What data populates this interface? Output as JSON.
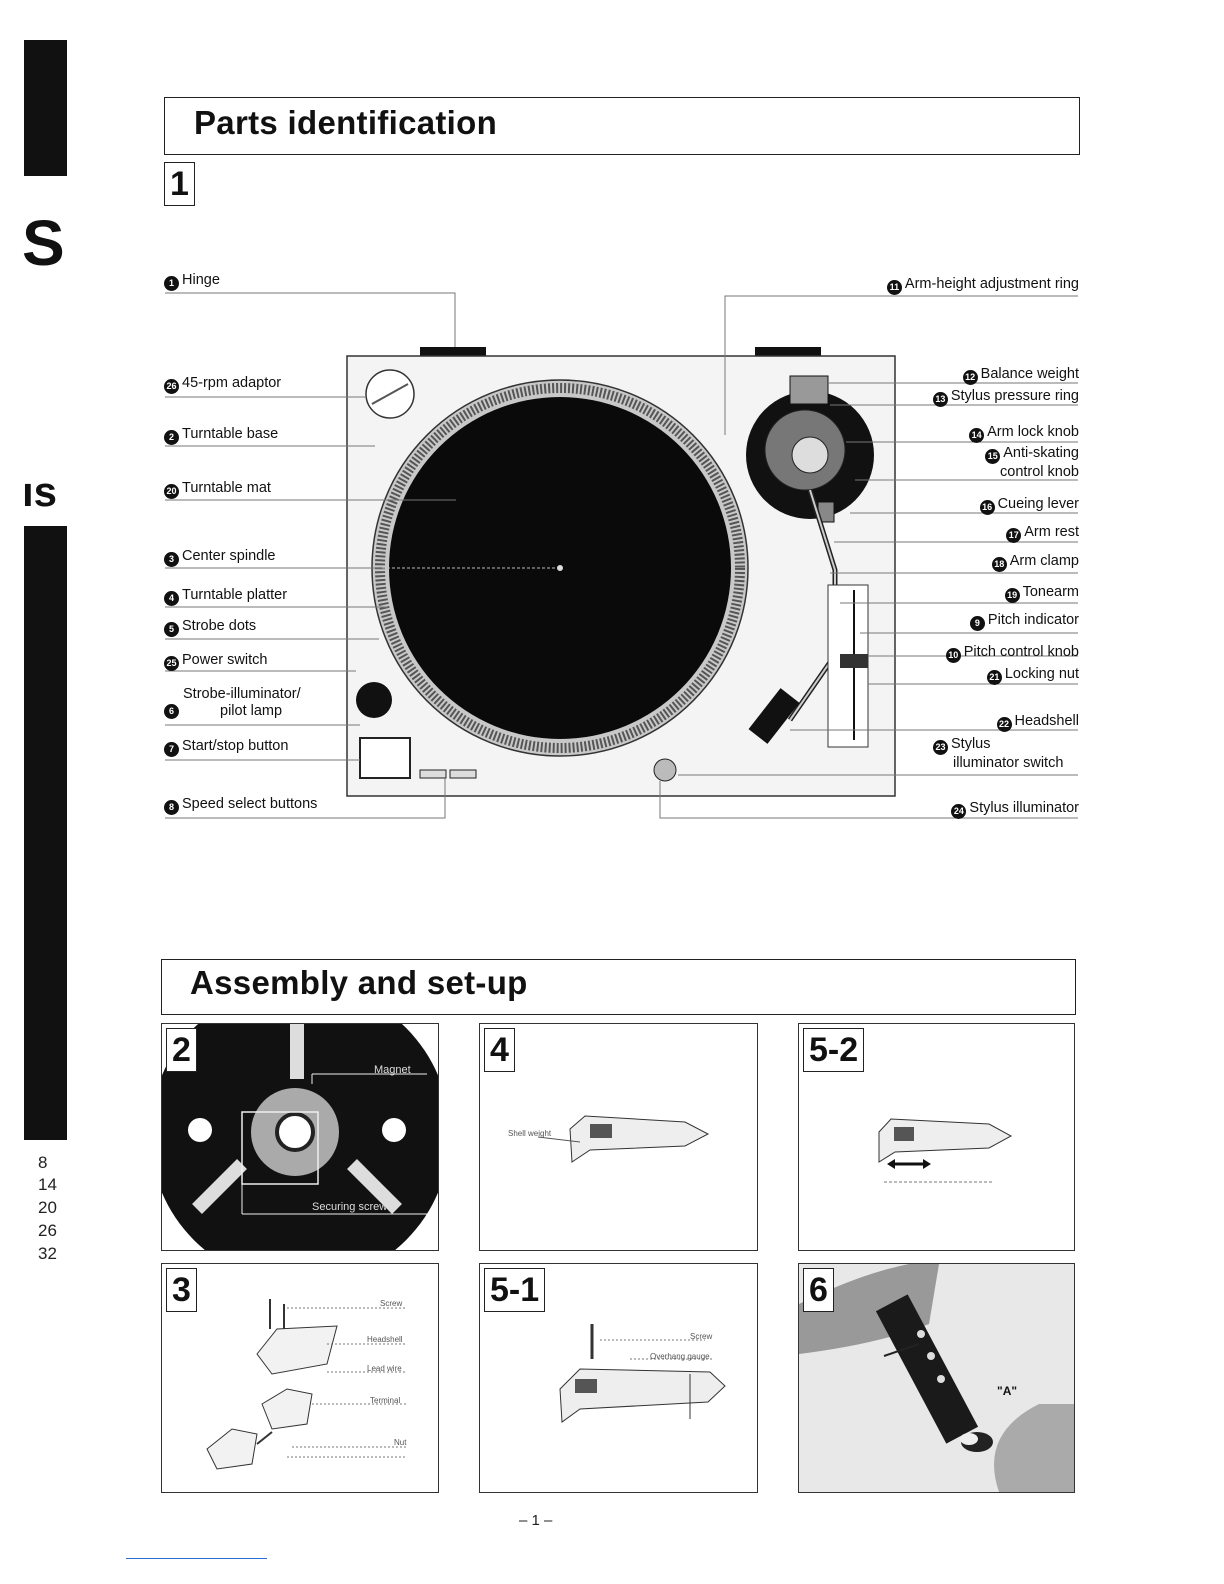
{
  "edge": {
    "letter1": "S",
    "letter2": "ıs",
    "toc_numbers": [
      "8",
      "14",
      "20",
      "26",
      "32"
    ]
  },
  "section1": {
    "title": "Parts identification",
    "fig_number": "1"
  },
  "labels_left": [
    {
      "num": "1",
      "text": "Hinge"
    },
    {
      "num": "26",
      "text": "45-rpm adaptor"
    },
    {
      "num": "2",
      "text": "Turntable base"
    },
    {
      "num": "20",
      "text": "Turntable mat"
    },
    {
      "num": "3",
      "text": "Center spindle"
    },
    {
      "num": "4",
      "text": "Turntable platter"
    },
    {
      "num": "5",
      "text": "Strobe dots"
    },
    {
      "num": "25",
      "text": "Power switch"
    },
    {
      "num": "6",
      "text": "Strobe-illuminator/",
      "text2": "pilot lamp"
    },
    {
      "num": "7",
      "text": "Start/stop button"
    },
    {
      "num": "8",
      "text": "Speed select buttons"
    }
  ],
  "labels_right": [
    {
      "num": "11",
      "text": "Arm-height adjustment ring"
    },
    {
      "num": "12",
      "text": "Balance weight"
    },
    {
      "num": "13",
      "text": "Stylus pressure ring"
    },
    {
      "num": "14",
      "text": "Arm lock knob"
    },
    {
      "num": "15",
      "text": "Anti-skating",
      "text2": "control knob"
    },
    {
      "num": "16",
      "text": "Cueing lever"
    },
    {
      "num": "17",
      "text": "Arm rest"
    },
    {
      "num": "18",
      "text": "Arm clamp"
    },
    {
      "num": "19",
      "text": "Tonearm"
    },
    {
      "num": "9",
      "text": "Pitch indicator"
    },
    {
      "num": "10",
      "text": "Pitch control knob"
    },
    {
      "num": "21",
      "text": "Locking nut"
    },
    {
      "num": "22",
      "text": "Headshell"
    },
    {
      "num": "23",
      "text": "Stylus",
      "text2": "illuminator switch"
    },
    {
      "num": "24",
      "text": "Stylus illuminator"
    }
  ],
  "section2": {
    "title": "Assembly and set-up"
  },
  "figures": [
    {
      "number": "2",
      "labels": [
        "Magnet",
        "Securing screws"
      ]
    },
    {
      "number": "4",
      "labels": [
        "Shell weight"
      ]
    },
    {
      "number": "5-2",
      "labels": []
    },
    {
      "number": "3",
      "labels": [
        "Screw",
        "Headshell",
        "Lead wire",
        "Terminal",
        "Nut"
      ]
    },
    {
      "number": "5-1",
      "labels": [
        "Screw",
        "Overhang gauge"
      ]
    },
    {
      "number": "6",
      "labels": [
        "\"A\""
      ]
    }
  ],
  "page_number": "– 1 –"
}
